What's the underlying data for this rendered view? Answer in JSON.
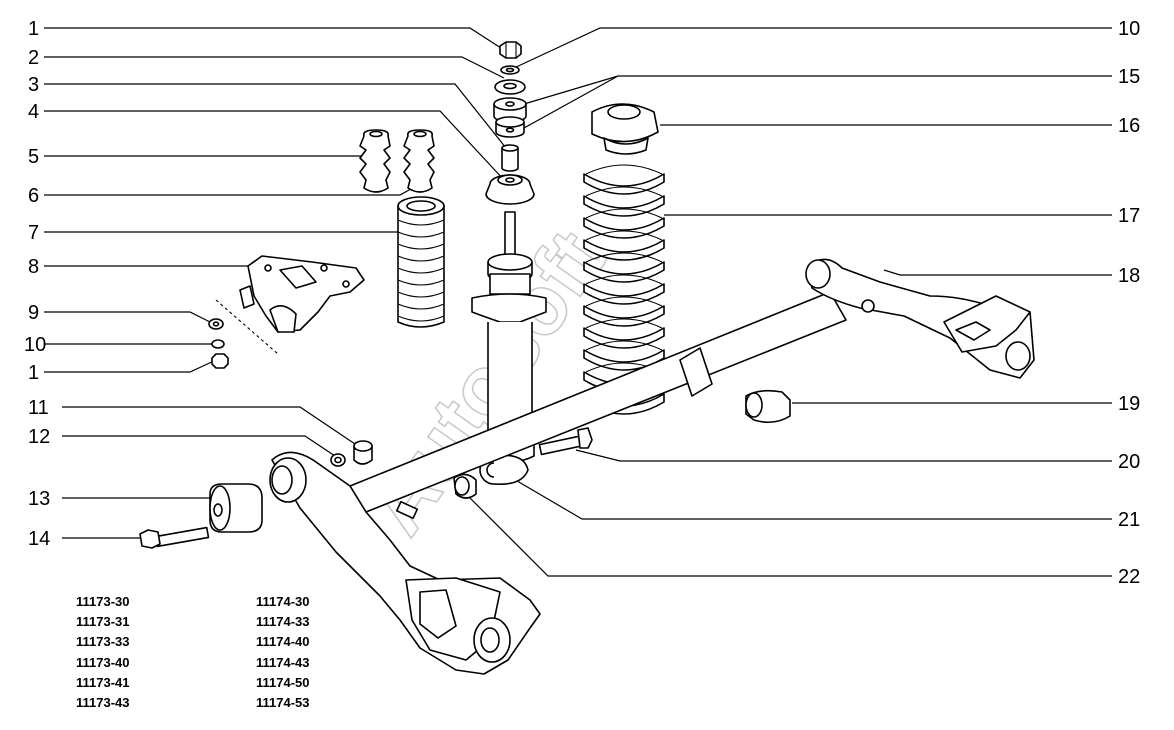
{
  "callouts": {
    "left": [
      "1",
      "2",
      "3",
      "4",
      "5",
      "6",
      "7",
      "8",
      "9",
      "10",
      "1",
      "11",
      "12",
      "13",
      "14"
    ],
    "right": [
      "10",
      "15",
      "16",
      "17",
      "18",
      "19",
      "20",
      "21",
      "22"
    ]
  },
  "models": {
    "col1": [
      "11173-30",
      "11173-31",
      "11173-33",
      "11173-40",
      "11173-41",
      "11173-43"
    ],
    "col2": [
      "11174-30",
      "11174-33",
      "11174-40",
      "11174-43",
      "11174-50",
      "11174-53"
    ]
  },
  "watermark": "Autosoft"
}
